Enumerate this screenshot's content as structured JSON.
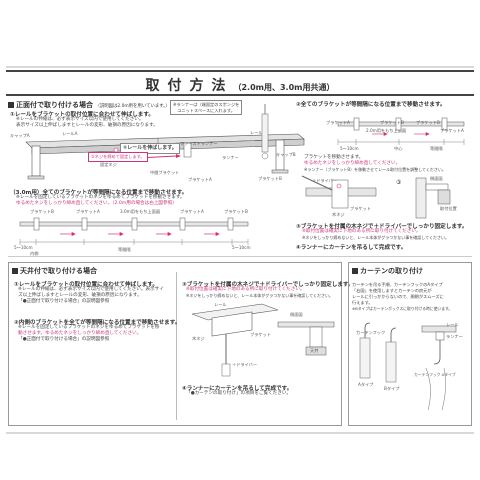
{
  "title": {
    "main": "取付方法",
    "sub": "（2.0m用、3.0m用共通）"
  },
  "front": {
    "heading": "正面付で取り付ける場合",
    "heading_note": "（説明図は2.0m用を用いています。）",
    "step1_title": "①レールをブラケットの取付位置に合わせて伸ばします。",
    "step1_lines": [
      "※レールの伸縮は、必ず表示サイズ以内で使用してください。",
      "表示サイズ以上伸ばしますとレールの変形、破損の原因になります。"
    ],
    "rail_labels": {
      "rail_a": "レールA",
      "cap": "キャップA",
      "bracket": "ブラケットA",
      "stopper": "ファーストランナー",
      "runner": "ランナー",
      "rail_b": "レールB",
      "bracket_b": "ブラケットB",
      "cap_b": "キャップB",
      "stopper2": "固定ネジ",
      "middle": "中間ブラケット"
    },
    "callout1": "①レールを伸ばします。",
    "callout2": "②ネジを締めて固定します。",
    "step2_title": "（3.0m用）全てのブラケットが等間隔になる位置まで移動させます。",
    "step2_lines": [
      "※レールを固定しているブラケットのネジをゆるめてブラケットを移動させます。",
      "ゆるめたネジをしっかり締め直してください。（2.0m用の場合は右上図参照）"
    ],
    "dims_label": "3.0m用をもち上面図",
    "bracket_labels": [
      "ブラケットB",
      "ブラケットA",
      "ブラケット",
      "ブラケットA",
      "ブラケットB"
    ],
    "gap_left": "5～10cm",
    "gap_right": "5～10cm",
    "interval": "等間隔",
    "inside": "内側"
  },
  "right_top": {
    "step2": "②全てのブラケットが等間隔になる位置まで移動させます。",
    "note_box": [
      "※ランナーは（端固定のスポンジを",
      "　ユニットスペースに入れます。"
    ],
    "rail_top_label": "2.0m用をもち上面図",
    "labels": [
      "ブラケットA",
      "ブラケットB",
      "ブラケットB",
      "ブラケットA"
    ],
    "gap": "5～10cm",
    "center": "中心",
    "interval": "等間隔",
    "bracket_move": [
      "ブラケットを移動させます。",
      "ゆるめたネジをしっかり締め直してください。"
    ],
    "runner_note": "※ランナー（ブラケットB）を移動させてレール取付位置を調整してください。",
    "step3": "③ブラケットを付属の木ネジで＋ドライバーでしっかり固定します。",
    "step3_sub": [
      "※取付位置は確実に下地のある所に取り付けてください。",
      "※ネジをしっかり締めないと、レール本体がグラつかない事を確認してください。"
    ],
    "labels3": [
      "＋ドライバー",
      "ブラケット",
      "木ネジ",
      "側面図",
      "取付位置"
    ],
    "step4": "④ランナーにカーテンを吊るして完成です。"
  },
  "ceiling": {
    "heading": "天井付で取り付ける場合",
    "step1_title": "①レールをブラケットの取付位置に合わせて伸ばします。",
    "step1_lines": [
      "※レールの伸縮は、必ず表示サイズ以内で使用してください。表示サイ",
      "ズ以上伸ばしますとレールの変形、破損の原因になります。",
      "「●正面付で取り付ける場合」の説明図参照"
    ],
    "step2_title": "②内側のブラケットを全てが等間隔になる位置まで移動させます。",
    "step2_lines": [
      "※レールを固定しているブラケットのネジをゆるめてブラケットを移",
      "動させます。ゆるめたネジをしっかり締め直してください。",
      "「●正面付で取り付ける場合」の説明図参照"
    ],
    "step3_title": "③ブラケットを付属の木ネジで＋ドライバーでしっかり固定します。",
    "step3_lines": [
      "※取付位置は確実に下地のある所に取り付けてください。",
      "※ネジをしっかり締めないと、レール本体がグラつかない事を確認してください。"
    ],
    "labels": [
      "レール",
      "木ネジ",
      "ブラケット",
      "＋ドライバー",
      "側面図",
      "天井"
    ],
    "step4_title": "④ランナーにカーテンを吊るして完成です。",
    "step4_note": "「●カーテンの取り付け」の項目をご覧ください。"
  },
  "hook": {
    "heading": "カーテンの取り付け",
    "lines": [
      "カーテンを吊る手順、カーテンフックのAタイプ",
      "「右図」を使用しますとカーテンの房元が",
      "レールに引っかからないので、開閉がスムーズに",
      "行えます。",
      "※Bタイプはカーテンボックスに取り付ける時に使います。"
    ],
    "labels": [
      "カーテンフック",
      "Aタイプ",
      "Bタイプ",
      "カーテンフック Aタイプ",
      "ランナー",
      "レール"
    ]
  },
  "colors": {
    "accent": "#d0337a",
    "line": "#444444",
    "rail": "#cfcfcf"
  }
}
